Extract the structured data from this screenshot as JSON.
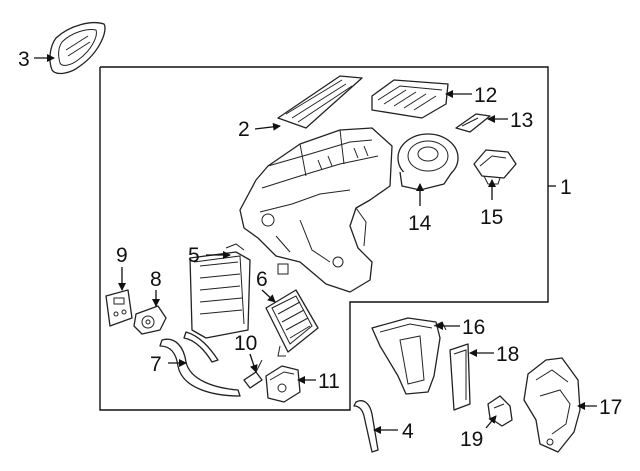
{
  "diagram": {
    "callouts": {
      "c1": "1",
      "c2": "2",
      "c3": "3",
      "c4": "4",
      "c5": "5",
      "c6": "6",
      "c7": "7",
      "c8": "8",
      "c9": "9",
      "c10": "10",
      "c11": "11",
      "c12": "12",
      "c13": "13",
      "c14": "14",
      "c15": "15",
      "c16": "16",
      "c17": "17",
      "c18": "18",
      "c19": "19"
    },
    "colors": {
      "line": "#222222",
      "background": "#ffffff"
    }
  }
}
